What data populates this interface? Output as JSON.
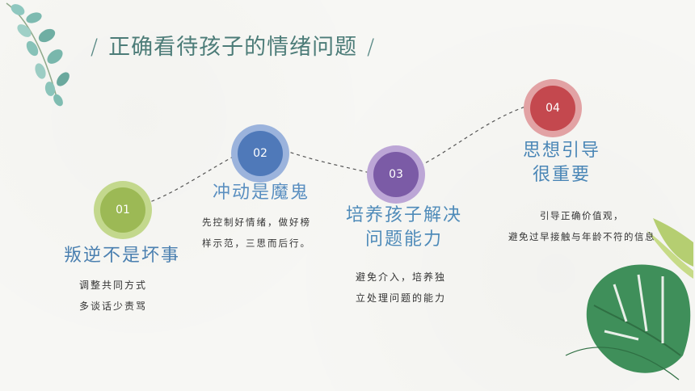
{
  "title": "正确看待孩子的情绪问题",
  "title_slash": "/",
  "colors": {
    "title": "#4c7c78",
    "green": "#9cb955",
    "blue": "#4f79b9",
    "purple": "#7b5ba6",
    "red": "#c4484e",
    "leaf": "#7dbab0"
  },
  "steps": [
    {
      "num": "01",
      "heading": "叛逆不是坏事",
      "desc": [
        "调整共同方式",
        "多谈话少责骂"
      ]
    },
    {
      "num": "02",
      "heading": "冲动是魔鬼",
      "desc": [
        "先控制好情绪，做好榜",
        "样示范，三思而后行。"
      ]
    },
    {
      "num": "03",
      "heading": "培养孩子解决问题能力",
      "heading_lines": [
        "培养孩子解决",
        "问题能力"
      ],
      "desc": [
        "避免介入，培养独",
        "立处理问题的能力"
      ]
    },
    {
      "num": "04",
      "heading": "思想引导很重要",
      "heading_lines": [
        "思想引导",
        "很重要"
      ],
      "desc": [
        "引导正确价值观，",
        "避免过早接触与年龄不符的信息"
      ]
    }
  ]
}
